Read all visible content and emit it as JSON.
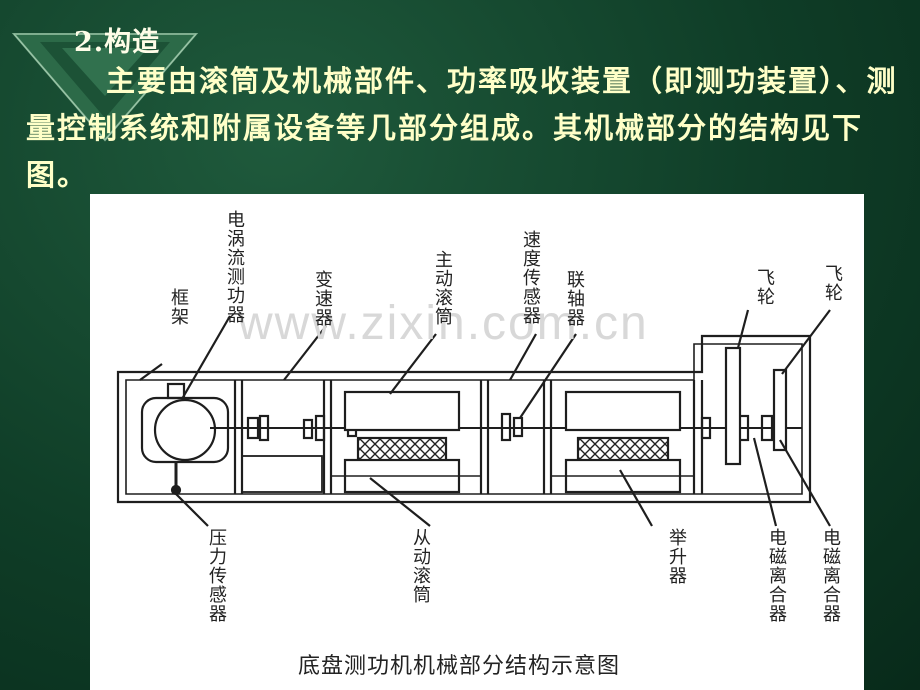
{
  "slide": {
    "heading": "2.构造",
    "body": "主要由滚筒及机械部件、功率吸收装置（即测功装置）、测量控制系统和附属设备等几部分组成。其机械部分的结构见下图。"
  },
  "figure": {
    "watermark": "www.zixin.com.cn",
    "caption": "底盘测功机机械部分结构示意图",
    "labels": {
      "frame": "框架",
      "eddy_dyno": "电涡流测功器",
      "gearbox": "变速器",
      "main_roller": "主动滚筒",
      "speed_sensor": "速度传感器",
      "coupling": "联轴器",
      "flywheel_1": "飞轮",
      "flywheel_2": "飞轮",
      "pressure_sensor": "压力传感器",
      "driven_roller": "从动滚筒",
      "lifter": "举升器",
      "clutch_1": "电磁离合器",
      "clutch_2": "电磁离合器"
    }
  }
}
